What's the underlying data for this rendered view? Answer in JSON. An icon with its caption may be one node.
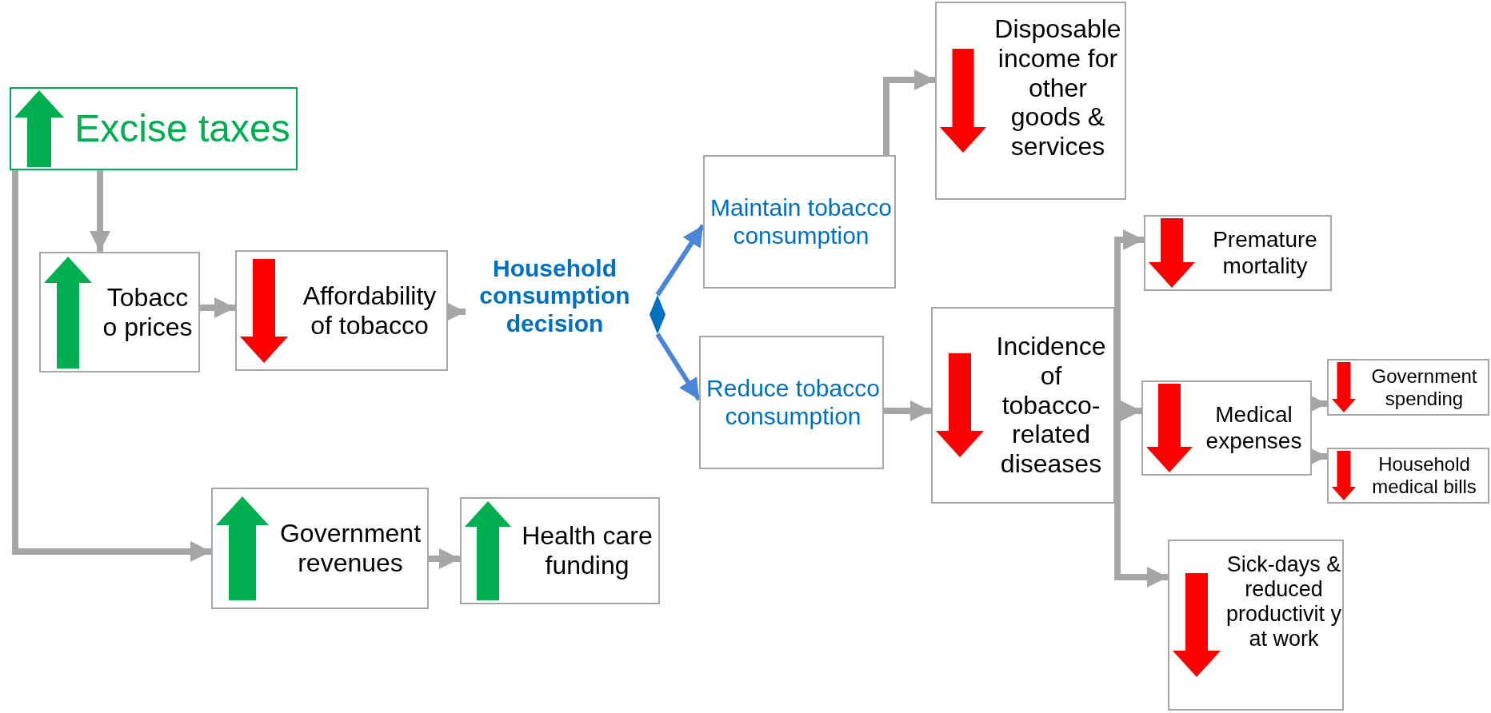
{
  "diagram": {
    "nodes": [
      {
        "text": [
          "Excise taxes"
        ]
      },
      {
        "text": [
          "Tobacc o prices"
        ]
      },
      {
        "text": [
          "Affordability of tobacco"
        ]
      },
      {
        "text": [
          "Household consumption decision"
        ]
      },
      {
        "text": [],
        "shape": "diamond"
      },
      {
        "text": [
          "Maintain tobacco consumption"
        ]
      },
      {
        "text": [
          "Reduce tobacco consumption"
        ]
      },
      {
        "text": [
          "Disposable income for other goods & services"
        ]
      },
      {
        "text": [
          "Incidence of tobacco-related diseases"
        ]
      },
      {
        "text": [
          "Premature mortality"
        ]
      },
      {
        "text": [
          "Medical expenses"
        ]
      },
      {
        "text": [
          "Government spending"
        ]
      },
      {
        "text": [
          "Household medical bills"
        ]
      },
      {
        "text": [
          "Sick-days & reduced productivit y at work"
        ]
      },
      {
        "text": [
          "Government revenues"
        ]
      },
      {
        "text": [
          "Health care funding"
        ]
      }
    ],
    "edges": [
      {
        "from": 0,
        "to": 1,
        "arrow": "to"
      },
      {
        "from": 0,
        "to": 14,
        "arrow": "to"
      },
      {
        "from": 1,
        "to": 2,
        "arrow": "to"
      },
      {
        "from": 2,
        "to": 3,
        "arrow": "to"
      },
      {
        "from": 4,
        "to": 5,
        "arrow": "to",
        "color": "#4a86d8"
      },
      {
        "from": 4,
        "to": 6,
        "arrow": "to",
        "color": "#4a86d8"
      },
      {
        "from": 5,
        "to": 7,
        "arrow": "to"
      },
      {
        "from": 6,
        "to": 8,
        "arrow": "to"
      },
      {
        "from": 8,
        "to": 9,
        "arrow": "to"
      },
      {
        "from": 8,
        "to": 10,
        "arrow": "to"
      },
      {
        "from": 8,
        "to": 13,
        "arrow": "to"
      },
      {
        "from": 10,
        "to": 11,
        "arrow": "to"
      },
      {
        "from": 10,
        "to": 12,
        "arrow": "to"
      },
      {
        "from": 14,
        "to": 15,
        "arrow": "to"
      }
    ]
  }
}
